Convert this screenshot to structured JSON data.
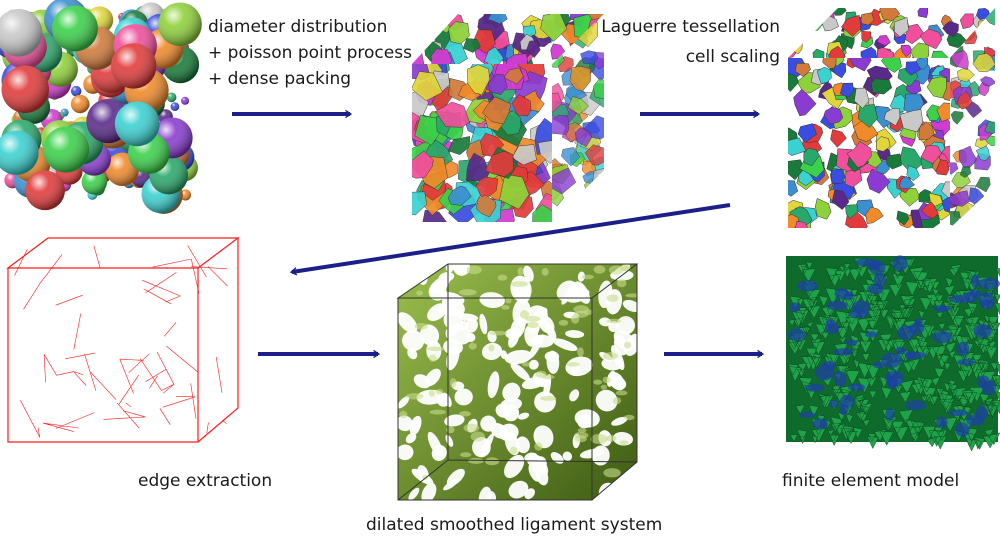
{
  "labels": {
    "step1": [
      "diameter distribution",
      "+ poisson point process",
      "+ dense packing"
    ],
    "step2": [
      "Laguerre tessellation",
      "cell scaling"
    ],
    "step3": "edge extraction",
    "step4": "dilated smoothed ligament system",
    "step5": "finite element model"
  },
  "colors": {
    "arrow": "#1c1f8a",
    "wireframe": "#ff1a1a",
    "ligament": "#6b8f2a",
    "fem": "#1fa34a",
    "fem_mesh": "#1d3fa8"
  },
  "icons": [
    "sphere-packing-image",
    "tessellation-cube-image",
    "scaled-cells-cube-image",
    "edge-wireframe-image",
    "ligament-cube-image",
    "fem-mesh-image"
  ]
}
